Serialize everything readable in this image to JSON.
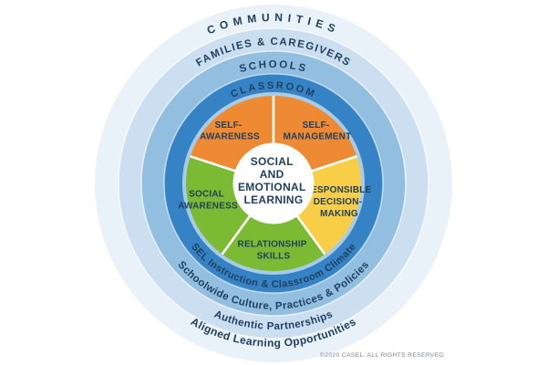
{
  "colors": {
    "background": "#FFFFFF",
    "navy_text": "#20405F",
    "orange": "#EE8A33",
    "yellow": "#F8CE47",
    "green": "#7BBA33",
    "classroom_blue": "#3583C4",
    "schools_blue": "#92BEDF",
    "families_blue": "#CCDFF1",
    "communities_blue": "#E9F1F9",
    "wheel_rim_blue": "#A8CCE8",
    "divider_white": "#FFFFFF",
    "copyright_gray": "#7A8791"
  },
  "rings": [
    {
      "name": "communities",
      "top_label": "COMMUNITIES",
      "bottom_label": "Aligned Learning Opportunities"
    },
    {
      "name": "families-caregivers",
      "top_label": "FAMILIES & CAREGIVERS",
      "bottom_label": "Authentic Partnerships"
    },
    {
      "name": "schools",
      "top_label": "SCHOOLS",
      "bottom_label": "Schoolwide Culture, Practices & Policies"
    },
    {
      "name": "classroom",
      "top_label": "CLASSROOM",
      "bottom_label": "SEL Instruction & Classroom Climate"
    }
  ],
  "wheel": {
    "center_label_lines": [
      "SOCIAL",
      "AND",
      "EMOTIONAL",
      "LEARNING"
    ],
    "segments": [
      {
        "name": "self-awareness",
        "color": "orange",
        "lines": [
          "SELF-",
          "AWARENESS"
        ]
      },
      {
        "name": "self-management",
        "color": "orange",
        "lines": [
          "SELF-",
          "MANAGEMENT"
        ]
      },
      {
        "name": "responsible-decision-making",
        "color": "yellow",
        "lines": [
          "RESPONSIBLE",
          "DECISION-",
          "MAKING"
        ]
      },
      {
        "name": "relationship-skills",
        "color": "green",
        "lines": [
          "RELATIONSHIP",
          "SKILLS"
        ]
      },
      {
        "name": "social-awareness",
        "color": "green",
        "lines": [
          "SOCIAL",
          "AWARENESS"
        ]
      }
    ]
  },
  "footer": {
    "copyright": "©2020 CASEL. ALL RIGHTS RESERVED."
  }
}
